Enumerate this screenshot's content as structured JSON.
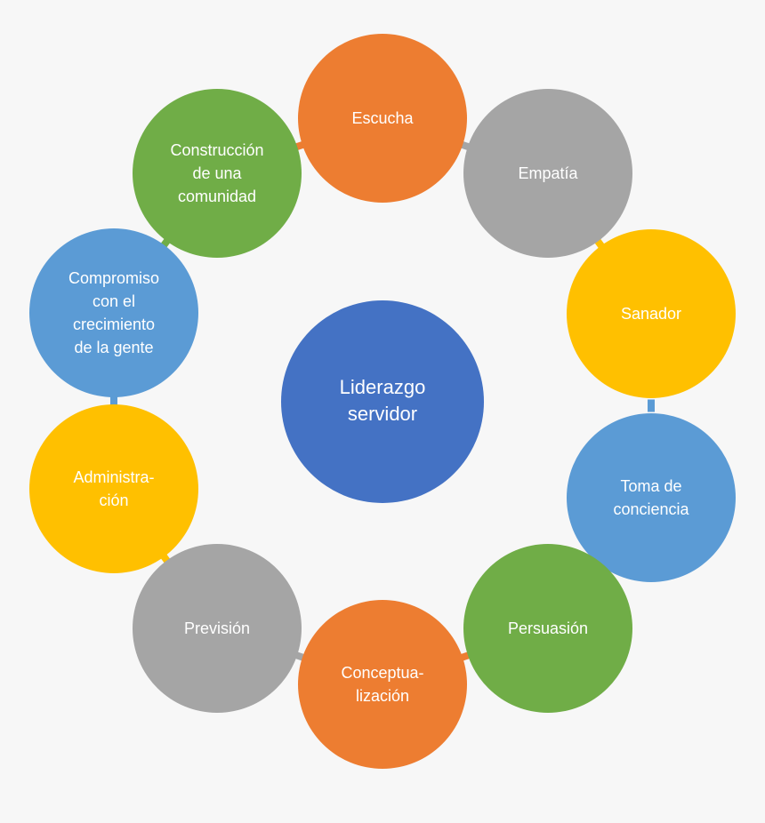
{
  "diagram": {
    "center": {
      "lines": [
        "Liderazgo",
        "servidor"
      ],
      "color": "#4472c4"
    },
    "nodes": [
      {
        "name": "escucha",
        "lines": [
          "Escucha"
        ],
        "color": "#ed7d31"
      },
      {
        "name": "empatia",
        "lines": [
          "Empatía"
        ],
        "color": "#a5a5a5"
      },
      {
        "name": "sanador",
        "lines": [
          "Sanador"
        ],
        "color": "#ffc000"
      },
      {
        "name": "toma-de-conciencia",
        "lines": [
          "Toma de",
          "conciencia"
        ],
        "color": "#5b9bd5"
      },
      {
        "name": "persuasion",
        "lines": [
          "Persuasión"
        ],
        "color": "#70ad47"
      },
      {
        "name": "conceptualizacion",
        "lines": [
          "Conceptua-",
          "lización"
        ],
        "color": "#ed7d31"
      },
      {
        "name": "prevision",
        "lines": [
          "Previsión"
        ],
        "color": "#a5a5a5"
      },
      {
        "name": "administracion",
        "lines": [
          "Administra-",
          "ción"
        ],
        "color": "#ffc000"
      },
      {
        "name": "compromiso",
        "lines": [
          "Compromiso",
          "con el",
          "crecimiento",
          "de la gente"
        ],
        "color": "#5b9bd5"
      },
      {
        "name": "construccion",
        "lines": [
          "Construcción",
          "de una",
          "comunidad"
        ],
        "color": "#70ad47"
      }
    ]
  }
}
